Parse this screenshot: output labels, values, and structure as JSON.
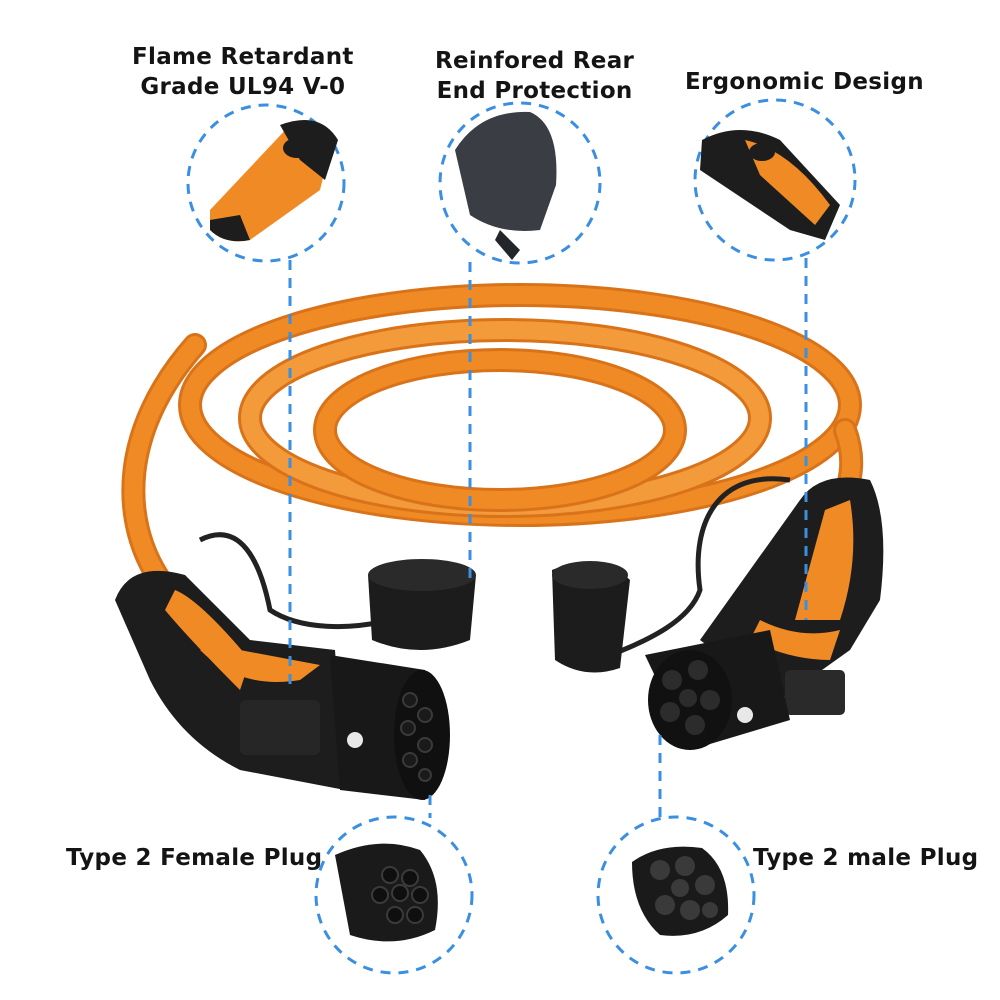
{
  "labels": {
    "flame": [
      "Flame Retardant",
      "Grade UL94 V-0"
    ],
    "rear": [
      "Reinfored Rear",
      "End Protection"
    ],
    "ergonomic": "Ergonomic Design",
    "female": "Type 2 Female Plug",
    "male": "Type 2 male Plug"
  },
  "colors": {
    "cable": "#f08a24",
    "accent_blue": "#3b8fe0",
    "plug_black": "#1b1b1b",
    "label_text": "#141414"
  },
  "icons": [
    "magnifier-circle",
    "plug-socket-pins"
  ]
}
